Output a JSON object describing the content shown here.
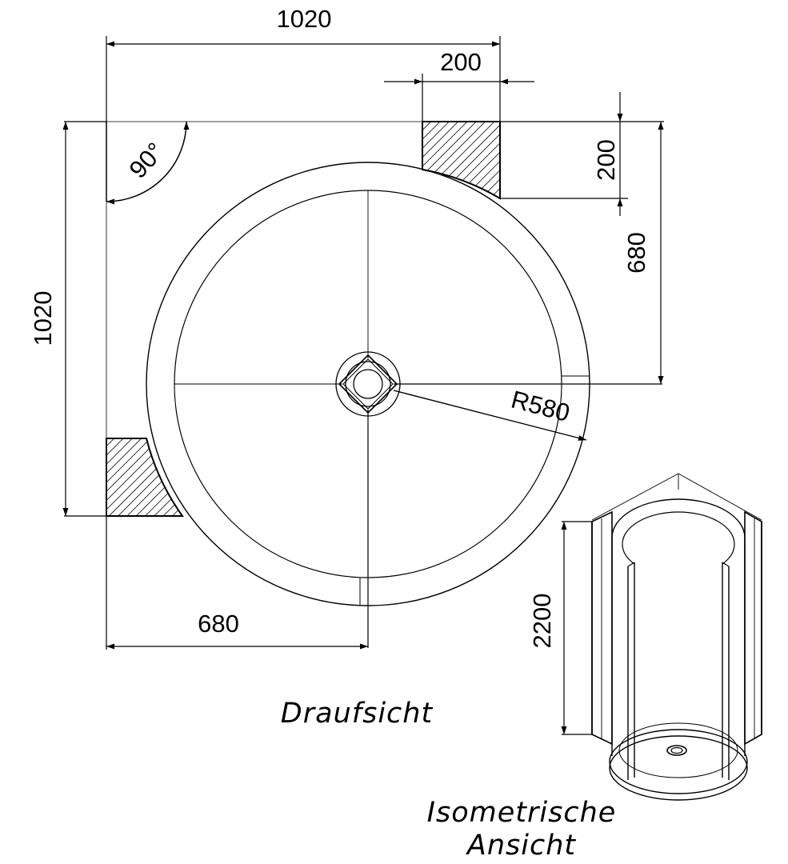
{
  "dimensions": {
    "top_width": "1020",
    "top_notch": "200",
    "right_notch": "200",
    "right_depth": "680",
    "left_height": "1020",
    "angle": "90°",
    "radius": "R580",
    "bottom_depth": "680",
    "iso_height": "2200"
  },
  "captions": {
    "top_view": "Draufsicht",
    "iso_view_line1": "Isometrische",
    "iso_view_line2": "Ansicht"
  },
  "colors": {
    "line": "#000000",
    "background": "#ffffff"
  }
}
